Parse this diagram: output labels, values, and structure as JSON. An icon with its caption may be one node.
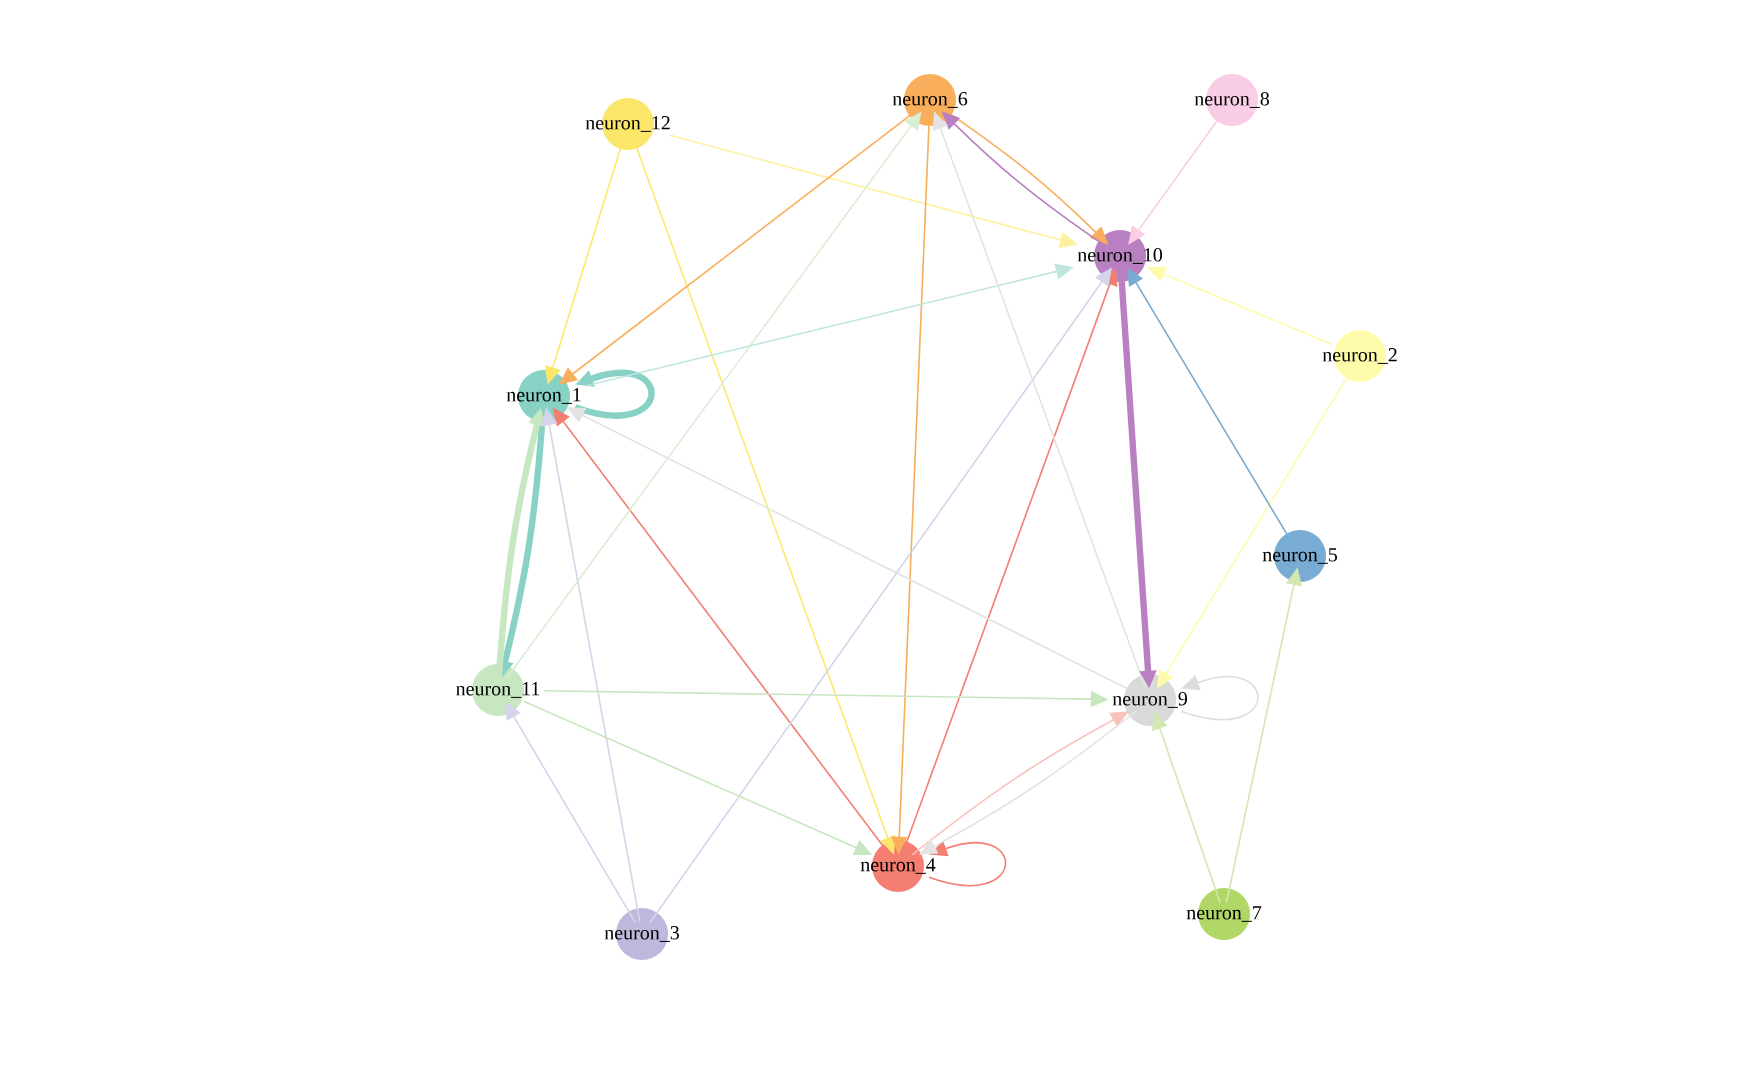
{
  "diagram": {
    "nodes": [
      {
        "text": [
          "neuron_12"
        ]
      },
      {
        "text": [
          "neuron_6"
        ]
      },
      {
        "text": [
          "neuron_8"
        ]
      },
      {
        "text": [
          "neuron_10"
        ]
      },
      {
        "text": [
          "neuron_1"
        ]
      },
      {
        "text": [
          "neuron_2"
        ]
      },
      {
        "text": [
          "neuron_5"
        ]
      },
      {
        "text": [
          "neuron_11"
        ]
      },
      {
        "text": [
          "neuron_9"
        ]
      },
      {
        "text": [
          "neuron_4"
        ]
      },
      {
        "text": [
          "neuron_3"
        ]
      },
      {
        "text": [
          "neuron_7"
        ]
      }
    ],
    "edges": [
      {
        "from": 0,
        "to": 4,
        "arrow": "to",
        "color": "#fde76a"
      },
      {
        "from": 0,
        "to": 9,
        "arrow": "to",
        "color": "#fde76a"
      },
      {
        "from": 0,
        "to": 3,
        "arrow": "to",
        "color": "#fdf0a0"
      },
      {
        "from": 1,
        "to": 4,
        "arrow": "to",
        "color": "#f9ae5b"
      },
      {
        "from": 1,
        "to": 3,
        "arrow": "to",
        "color": "#f9ae5b"
      },
      {
        "from": 3,
        "to": 1,
        "arrow": "to",
        "color": "#b880c0"
      },
      {
        "from": 1,
        "to": 9,
        "arrow": "to",
        "color": "#f9ae5b"
      },
      {
        "from": 2,
        "to": 3,
        "arrow": "to",
        "color": "#f9cde4"
      },
      {
        "from": 4,
        "to": 4,
        "arrow": "to",
        "style": "thick",
        "color": "#87d1c5"
      },
      {
        "from": 4,
        "to": 3,
        "arrow": "to",
        "color": "#bfe5df"
      },
      {
        "from": 4,
        "to": 7,
        "arrow": "to",
        "style": "thick",
        "color": "#87d1c5"
      },
      {
        "from": 7,
        "to": 4,
        "arrow": "to",
        "style": "thick",
        "color": "#c7e7c0"
      },
      {
        "from": 9,
        "to": 4,
        "arrow": "to",
        "color": "#f47e71"
      },
      {
        "from": 9,
        "to": 3,
        "arrow": "to",
        "color": "#f47e71"
      },
      {
        "from": 9,
        "to": 9,
        "arrow": "to",
        "color": "#f47e71"
      },
      {
        "from": 9,
        "to": 8,
        "arrow": "to",
        "color": "#f9c2bc"
      },
      {
        "from": 8,
        "to": 9,
        "arrow": "to",
        "color": "#e3e3e3"
      },
      {
        "from": 8,
        "to": 4,
        "arrow": "to",
        "color": "#e3e3e3"
      },
      {
        "from": 8,
        "to": 1,
        "arrow": "to",
        "color": "#e3e3e3"
      },
      {
        "from": 8,
        "to": 8,
        "arrow": "to",
        "color": "#dddddd"
      },
      {
        "from": 10,
        "to": 7,
        "arrow": "to",
        "color": "#d6d4ea"
      },
      {
        "from": 10,
        "to": 4,
        "arrow": "to",
        "color": "#d6d4ea"
      },
      {
        "from": 10,
        "to": 3,
        "arrow": "to",
        "color": "#d6d4ea"
      },
      {
        "from": 7,
        "to": 1,
        "arrow": "to",
        "color": "#d8eed3"
      },
      {
        "from": 7,
        "to": 8,
        "arrow": "to",
        "color": "#c7e7c0"
      },
      {
        "from": 7,
        "to": 9,
        "arrow": "to",
        "color": "#c7e7c0"
      },
      {
        "from": 3,
        "to": 8,
        "arrow": "to",
        "style": "thick",
        "color": "#b880c0"
      },
      {
        "from": 5,
        "to": 3,
        "arrow": "to",
        "color": "#fefcaa"
      },
      {
        "from": 5,
        "to": 8,
        "arrow": "to",
        "color": "#fefcaa"
      },
      {
        "from": 6,
        "to": 3,
        "arrow": "to",
        "color": "#79acd2"
      },
      {
        "from": 11,
        "to": 8,
        "arrow": "to",
        "color": "#d2e8b0"
      },
      {
        "from": 11,
        "to": 6,
        "arrow": "to",
        "color": "#d2e8b0"
      }
    ]
  }
}
